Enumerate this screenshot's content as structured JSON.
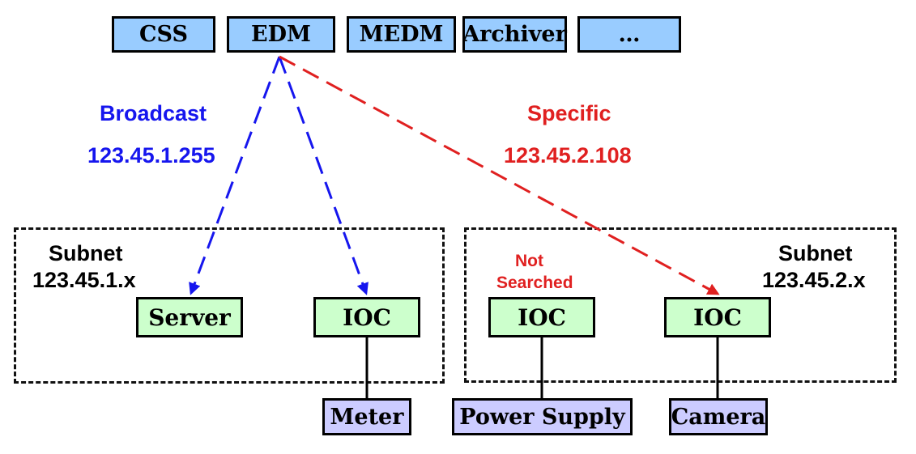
{
  "tools": [
    {
      "label": "CSS"
    },
    {
      "label": "EDM"
    },
    {
      "label": "MEDM"
    },
    {
      "label": "Archiver"
    },
    {
      "label": "…"
    }
  ],
  "broadcast": {
    "title": "Broadcast",
    "address": "123.45.1.255"
  },
  "specific": {
    "title": "Specific",
    "address": "123.45.2.108"
  },
  "subnet1": {
    "name": "Subnet",
    "address": "123.45.1.x",
    "devices": [
      {
        "label": "Server"
      },
      {
        "label": "IOC"
      }
    ],
    "hardware": [
      {
        "label": "Meter"
      }
    ]
  },
  "subnet2": {
    "name": "Subnet",
    "address": "123.45.2.x",
    "not_searched_line1": "Not",
    "not_searched_line2": "Searched",
    "devices": [
      {
        "label": "IOC"
      },
      {
        "label": "IOC"
      }
    ],
    "hardware": [
      {
        "label": "Power Supply"
      },
      {
        "label": "Camera"
      }
    ]
  },
  "colors": {
    "broadcast": "#1616ee",
    "specific": "#e02020",
    "tool_fill": "#99ccff",
    "device_fill": "#ccffcc",
    "hardware_fill": "#ccccff"
  }
}
